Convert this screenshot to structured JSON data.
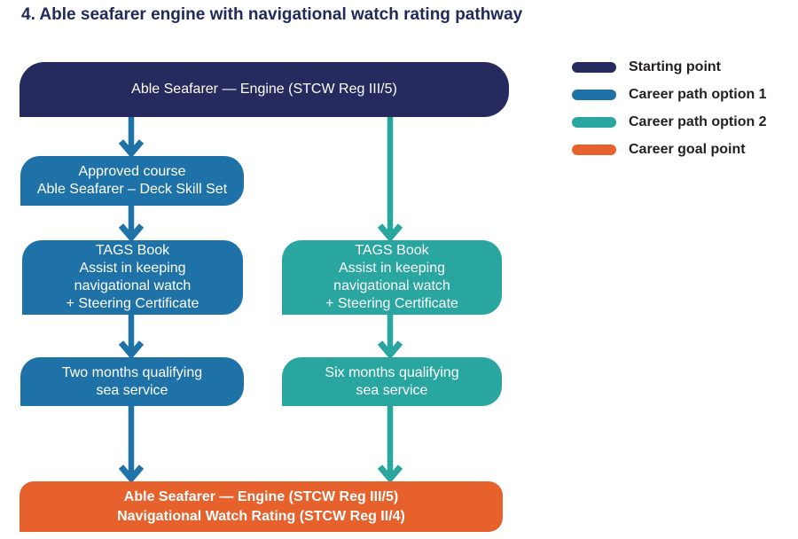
{
  "title": "4. Able seafarer engine with navigational watch rating pathway",
  "colors": {
    "starting_point": "#262A5E",
    "career_path_option_1": "#1F72A8",
    "career_path_option_2": "#29A6A0",
    "career_goal_point": "#E7612C",
    "legend_text": "#231F20",
    "box_text": "#FFFFFF",
    "background": "#FFFFFF"
  },
  "legend": {
    "items": [
      {
        "label": "Starting point",
        "color": "#262A5E"
      },
      {
        "label": "Career path option 1",
        "color": "#1F72A8"
      },
      {
        "label": "Career path option 2",
        "color": "#29A6A0"
      },
      {
        "label": "Career goal point",
        "color": "#E7612C"
      }
    ]
  },
  "flowchart": {
    "start": {
      "role": "Starting point",
      "lines": [
        "Able Seafarer — Engine (STCW Reg III/5)"
      ]
    },
    "path1": {
      "name": "Career path option 1",
      "steps": [
        {
          "lines": [
            "Approved course",
            "Able Seafarer – Deck Skill Set"
          ]
        },
        {
          "lines": [
            "TAGS Book",
            "Assist in keeping",
            "navigational watch",
            "+ Steering Certificate"
          ]
        },
        {
          "lines": [
            "Two months qualifying",
            "sea service"
          ]
        }
      ]
    },
    "path2": {
      "name": "Career path option 2",
      "steps": [
        {
          "lines": [
            "TAGS Book",
            "Assist in keeping",
            "navigational watch",
            "+ Steering Certificate"
          ]
        },
        {
          "lines": [
            "Six months qualifying",
            "sea service"
          ]
        }
      ]
    },
    "goal": {
      "role": "Career goal point",
      "lines": [
        "Able Seafarer — Engine (STCW Reg III/5)",
        "Navigational Watch Rating (STCW Reg II/4)"
      ]
    }
  }
}
